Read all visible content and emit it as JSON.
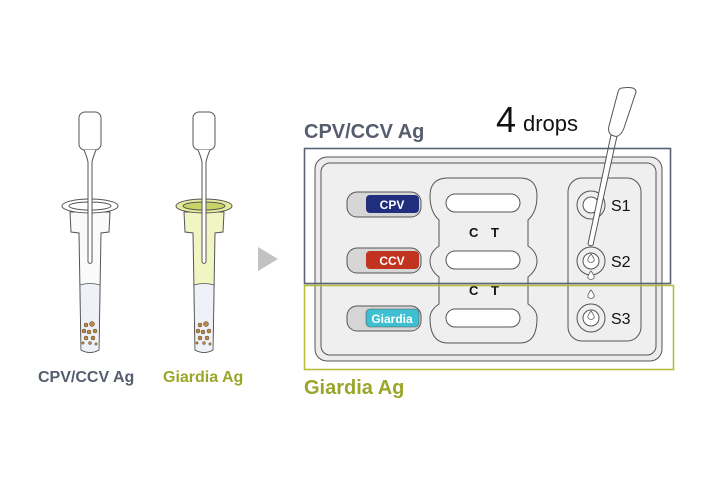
{
  "tubes": [
    {
      "label": "CPV/CCV Ag",
      "label_color": "#555d6e",
      "cap_color": "#ffffff",
      "body_color": "#fafafa"
    },
    {
      "label": "Giardia Ag",
      "label_color": "#9aa62b",
      "cap_color": "#e6ed9c",
      "body_color": "#f1f5c4"
    }
  ],
  "arrow_icon": "play-triangle-icon",
  "kit": {
    "cpv_ccv_title": "CPV/CCV Ag",
    "giardia_title": "Giardia Ag",
    "drops_count": "4",
    "drops_label": "drops",
    "colors": {
      "cpv_ccv_box": "#5a6278",
      "giardia_box": "#b6be3c",
      "cpv": "#1f2f7d",
      "ccv": "#c2331f",
      "giardia": "#3fc0d2"
    },
    "tests": [
      {
        "label": "CPV"
      },
      {
        "label": "CCV"
      },
      {
        "label": "Giardia"
      }
    ],
    "ct_labels": [
      {
        "c": "C",
        "t": "T"
      },
      {
        "c": "C",
        "t": "T"
      }
    ],
    "wells": [
      "S1",
      "S2",
      "S3"
    ]
  }
}
